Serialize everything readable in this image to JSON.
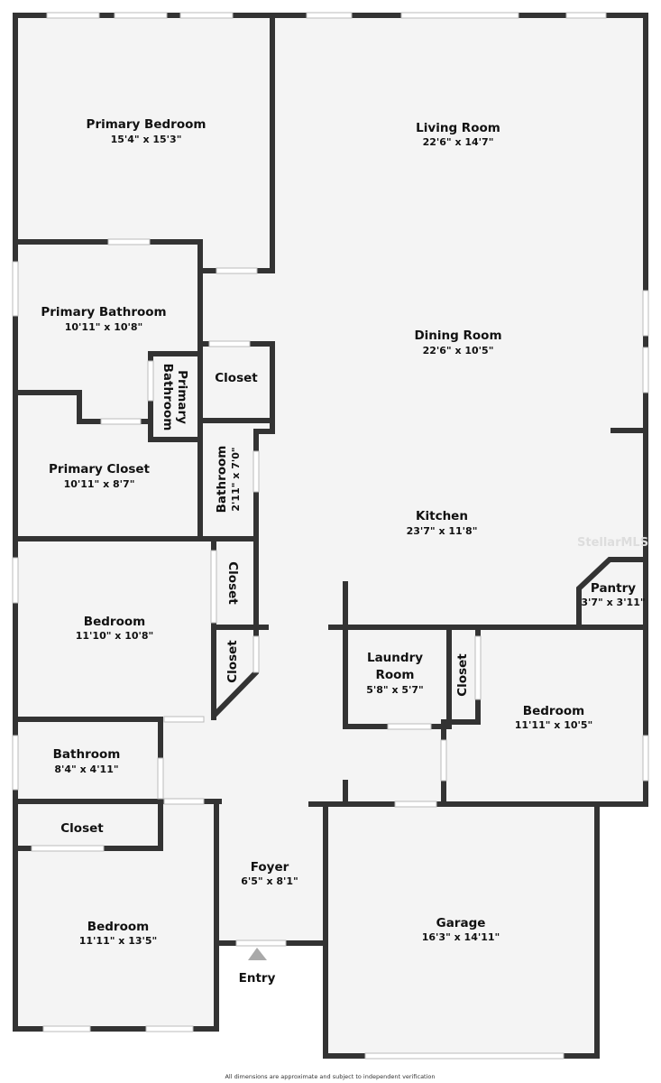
{
  "rooms": {
    "primary_bedroom": {
      "name": "Primary Bedroom",
      "dim": "15'4\" x 15'3\""
    },
    "living_room": {
      "name": "Living Room",
      "dim": "22'6\" x 14'7\""
    },
    "primary_bathroom": {
      "name": "Primary Bathroom",
      "dim": "10'11\" x 10'8\""
    },
    "primary_bathroom_small": {
      "line1": "Primary",
      "line2": "Bathroom"
    },
    "closet_1": {
      "name": "Closet"
    },
    "dining_room": {
      "name": "Dining Room",
      "dim": "22'6\" x 10'5\""
    },
    "primary_closet": {
      "name": "Primary Closet",
      "dim": "10'11\" x 8'7\""
    },
    "bathroom_small": {
      "name": "Bathroom",
      "dim": "2'11\" x 7'0\""
    },
    "kitchen": {
      "name": "Kitchen",
      "dim": "23'7\" x 11'8\""
    },
    "pantry": {
      "name": "Pantry",
      "dim": "3'7\" x 3'11\""
    },
    "closet_2": {
      "name": "Closet"
    },
    "bedroom_mid": {
      "name": "Bedroom",
      "dim": "11'10\" x 10'8\""
    },
    "closet_3": {
      "name": "Closet"
    },
    "laundry": {
      "line1": "Laundry",
      "line2": "Room",
      "dim": "5'8\" x 5'7\""
    },
    "closet_4": {
      "name": "Closet"
    },
    "bedroom_right": {
      "name": "Bedroom",
      "dim": "11'11\" x 10'5\""
    },
    "bathroom": {
      "name": "Bathroom",
      "dim": "8'4\" x 4'11\""
    },
    "closet_5": {
      "name": "Closet"
    },
    "foyer": {
      "name": "Foyer",
      "dim": "6'5\" x 8'1\""
    },
    "bedroom_bottom": {
      "name": "Bedroom",
      "dim": "11'11\" x 13'5\""
    },
    "garage": {
      "name": "Garage",
      "dim": "16'3\" x 14'11\""
    }
  },
  "entry": {
    "label": "Entry",
    "icon": "triangle-up-arrow",
    "color": "#a9a9a9"
  },
  "watermark": "StellarMLS",
  "footer": "All dimensions are approximate and subject to independent verification",
  "colors": {
    "wall": "#333333",
    "floor": "#f4f4f4"
  }
}
